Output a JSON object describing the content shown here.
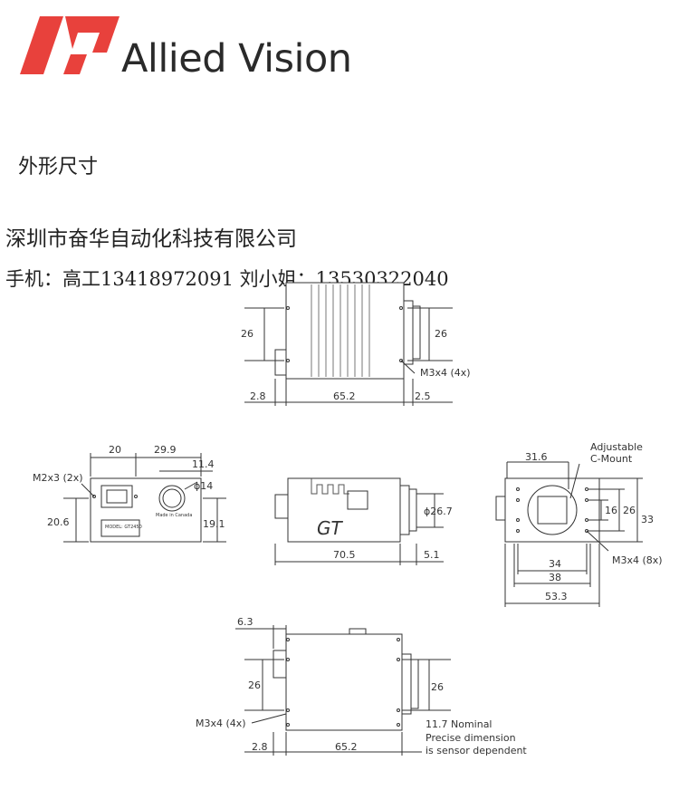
{
  "header": {
    "brand": "Allied Vision",
    "logo_icon": "allied-vision-logo-icon",
    "logo_color": "#e8413c"
  },
  "section_title": "外形尺寸",
  "company": {
    "name": "深圳市奋华自动化科技有限公司",
    "contact": "手机：高工13418972091  刘小姐：13530322040"
  },
  "drawing": {
    "top_view": {
      "dims": [
        "26",
        "26",
        "M3x4 (4x)",
        "2.8",
        "65.2",
        "2.5"
      ]
    },
    "back_view": {
      "dims": [
        "20",
        "29.9",
        "11.4",
        "M2x3 (2x)",
        "ϕ14",
        "20.6",
        "19.1"
      ],
      "plate_text": [
        "MODEL: GT2450",
        "Made in Canada"
      ]
    },
    "side_view": {
      "dims": [
        "ϕ26.7",
        "70.5",
        "5.1"
      ],
      "label": "GT"
    },
    "front_view": {
      "dims": [
        "31.6",
        "Adjustable",
        "C-Mount",
        "16",
        "26",
        "33",
        "34",
        "38",
        "53.3",
        "M3x4 (8x)"
      ]
    },
    "bottom_view": {
      "dims": [
        "6.3",
        "26",
        "26",
        "M3x4 (4x)",
        "2.8",
        "65.2"
      ],
      "note": [
        "11.7 Nominal",
        "Precise dimension",
        "is sensor dependent"
      ]
    }
  }
}
